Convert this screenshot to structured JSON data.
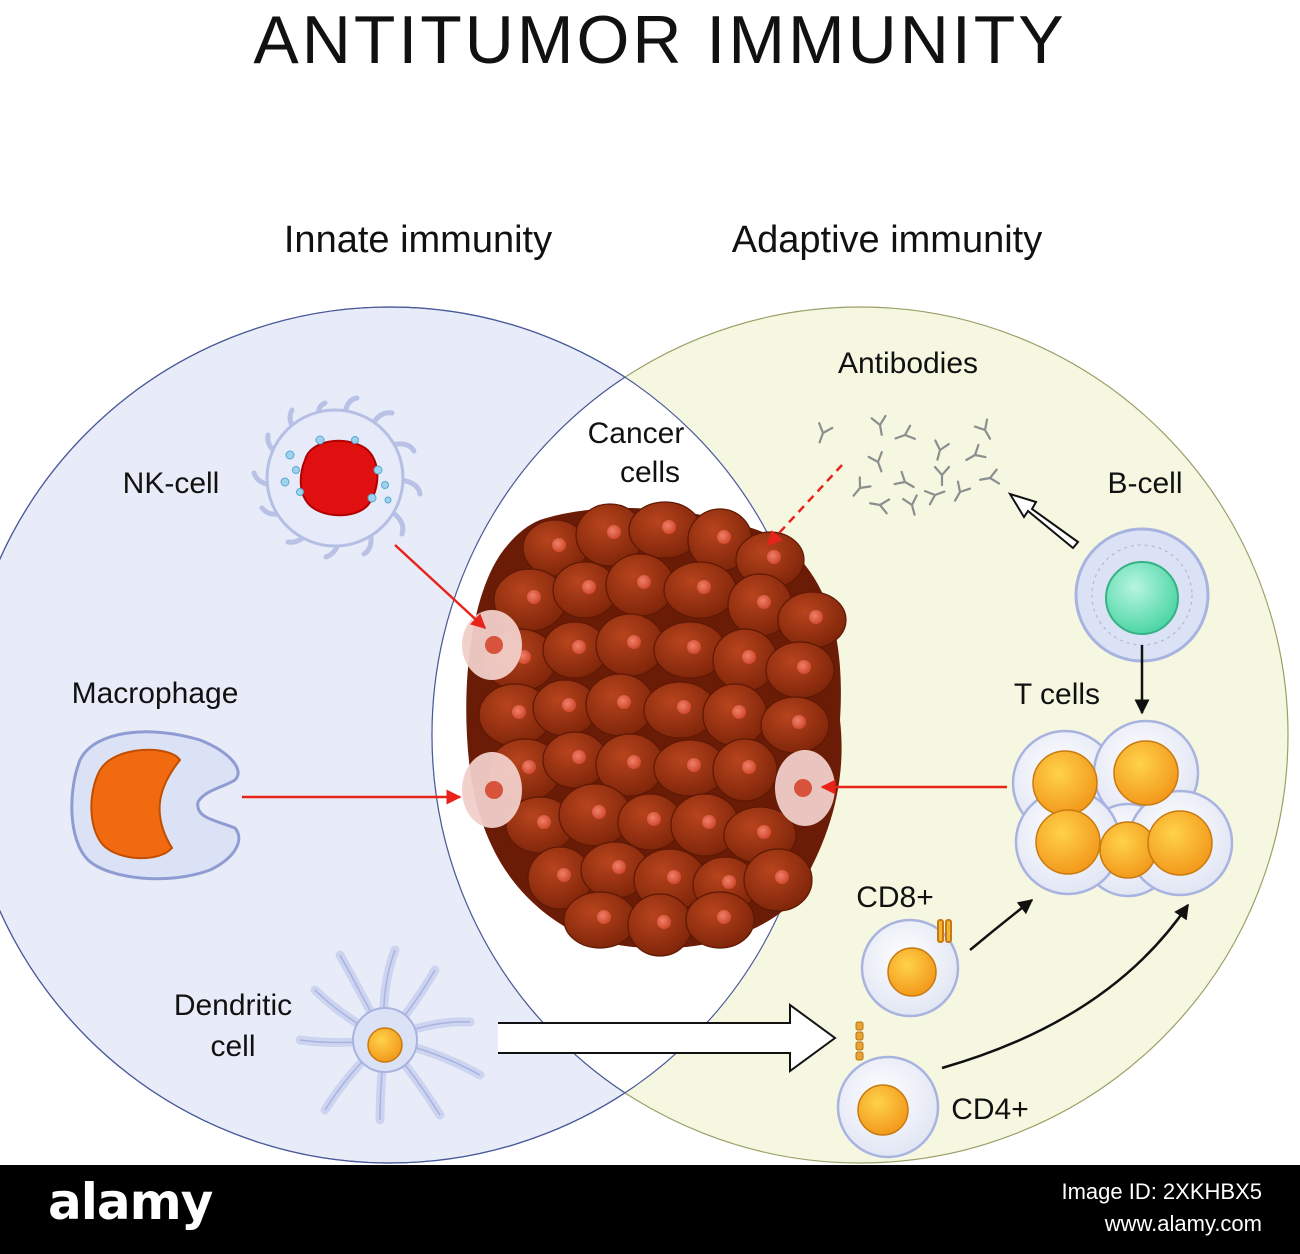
{
  "title": "ANTITUMOR IMMUNITY",
  "sections": {
    "innate": "Innate immunity",
    "adaptive": "Adaptive immunity"
  },
  "labels": {
    "nk_cell": "NK-cell",
    "macrophage": "Macrophage",
    "dendritic_line1": "Dendritic",
    "dendritic_line2": "cell",
    "cancer_line1": "Cancer",
    "cancer_line2": "cells",
    "antibodies": "Antibodies",
    "b_cell": "B-cell",
    "t_cells": "T cells",
    "cd8": "CD8+",
    "cd4": "CD4+"
  },
  "footer": {
    "brand": "alamy",
    "image_id": "Image ID: 2XKHBX5",
    "url": "www.alamy.com"
  },
  "colors": {
    "innate_fill": "#e8ecf9",
    "adaptive_fill": "#f6f7e1",
    "tumor": "#9a3010",
    "arrow_red": "#e8231a",
    "cell_orange": "#f6a623"
  }
}
